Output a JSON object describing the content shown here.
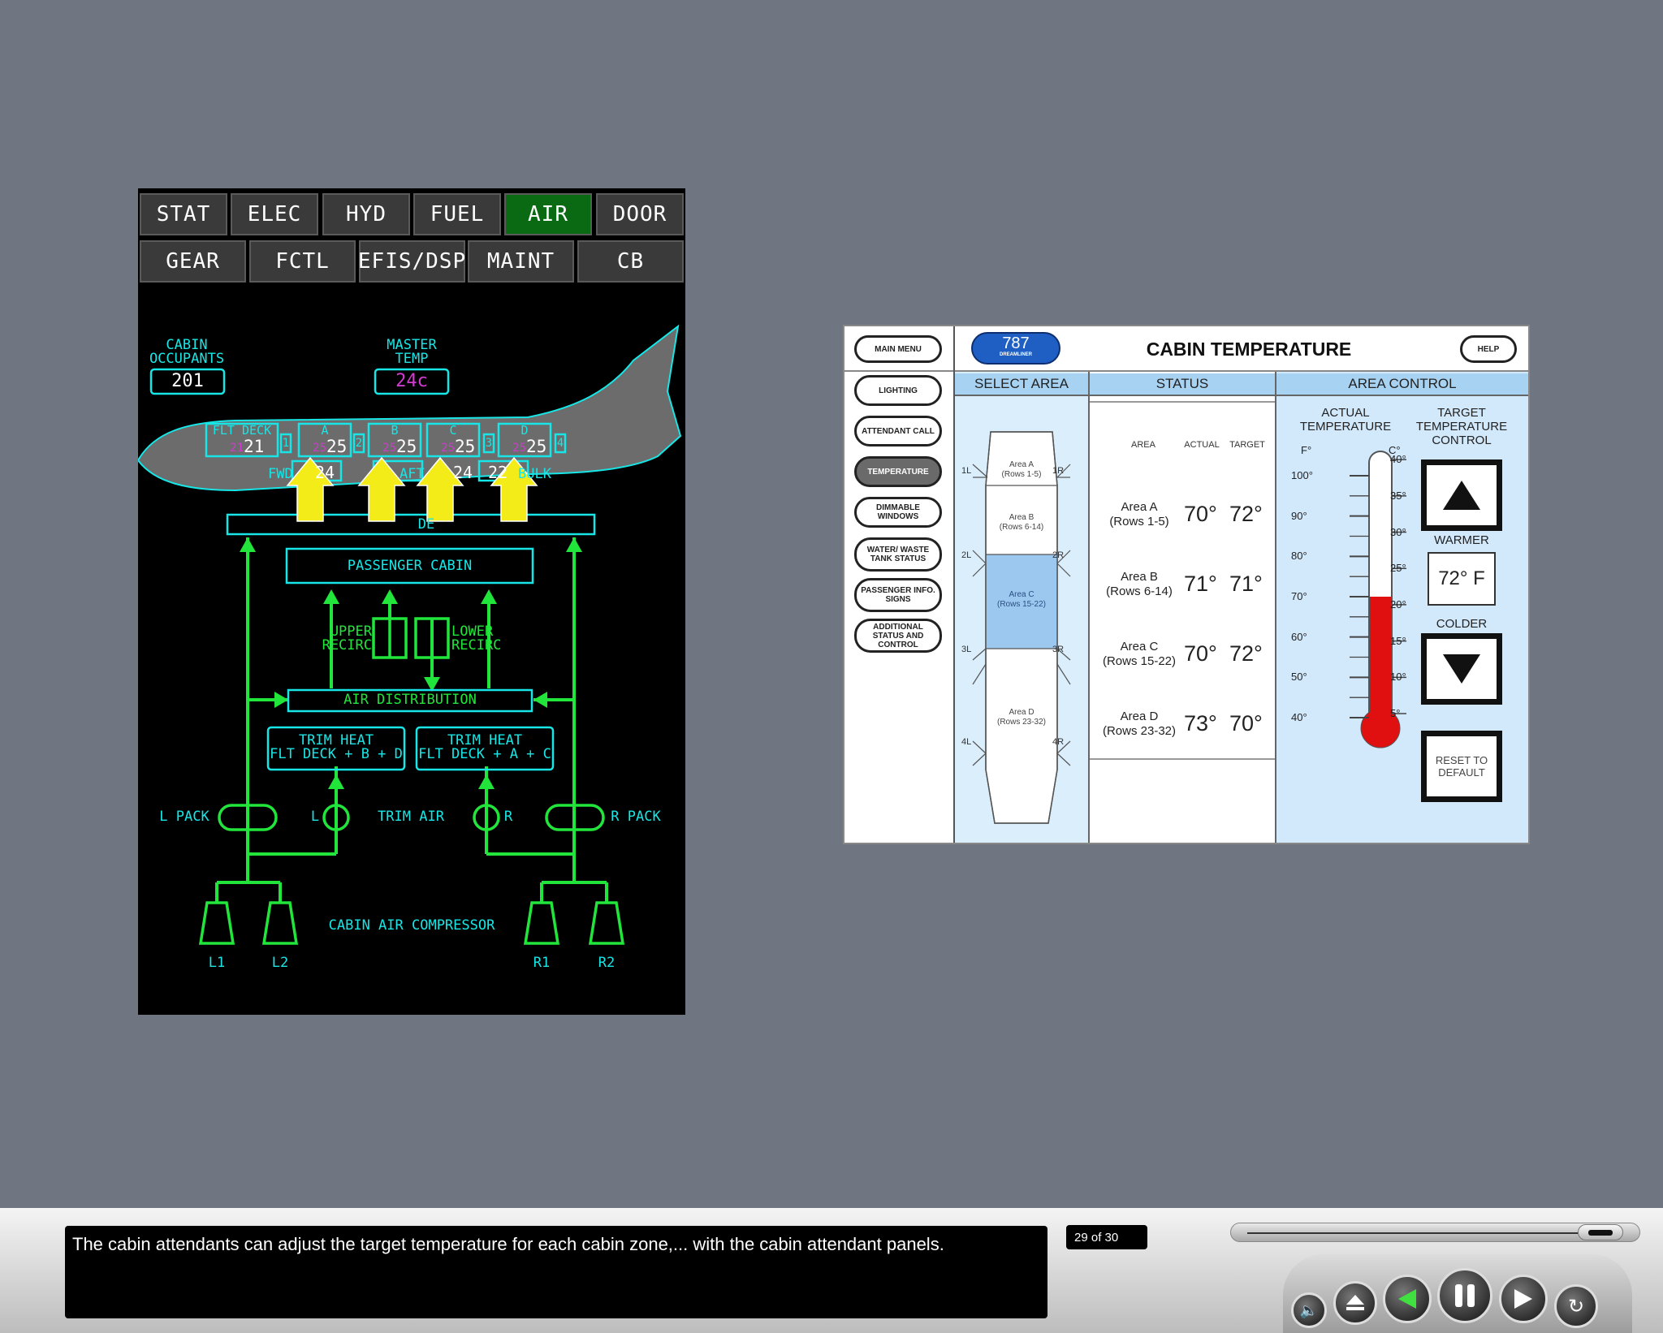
{
  "eicas": {
    "tabs_row1": [
      "STAT",
      "ELEC",
      "HYD",
      "FUEL",
      "AIR",
      "DOOR"
    ],
    "tabs_row2": [
      "GEAR",
      "FCTL",
      "EFIS/DSP",
      "MAINT",
      "CB"
    ],
    "active_tab": "AIR",
    "cabin_occupants_label": "CABIN\nOCCUPANTS",
    "cabin_occupants_value": "201",
    "master_temp_label": "MASTER\nTEMP",
    "master_temp_value": "24c",
    "zones": [
      {
        "label": "FLT DECK",
        "target": "21",
        "actual": "21"
      },
      {
        "label": "A",
        "target": "25",
        "actual": "25"
      },
      {
        "label": "B",
        "target": "25",
        "actual": "25"
      },
      {
        "label": "C",
        "target": "25",
        "actual": "25"
      },
      {
        "label": "D",
        "target": "25",
        "actual": "25"
      }
    ],
    "door_markers": [
      "1",
      "2",
      "3",
      "4"
    ],
    "fwd_label": "FWD",
    "fwd_value": "24",
    "aft_label": "AFT",
    "aft_value": "24",
    "bulk_label": "BULK",
    "bulk_value": "22",
    "duct_label": "DE",
    "passenger_cabin": "PASSENGER CABIN",
    "upper_recirc": "UPPER\nRECIRC",
    "lower_recirc": "LOWER\nRECIRC",
    "air_distribution": "AIR DISTRIBUTION",
    "trim_heat_left": "TRIM HEAT\nFLT DECK + B + D",
    "trim_heat_right": "TRIM HEAT\nFLT DECK + A + C",
    "l_pack": "L PACK",
    "r_pack": "R PACK",
    "trim_air": "TRIM AIR",
    "trim_l": "L",
    "trim_r": "R",
    "cabin_air_compressor": "CABIN AIR COMPRESSOR",
    "compressors": [
      "L1",
      "L2",
      "R1",
      "R2"
    ]
  },
  "cabin_panel": {
    "title": "CABIN TEMPERATURE",
    "logo_text": "787",
    "logo_sub": "DREAMLINER",
    "main_menu": "MAIN MENU",
    "help": "HELP",
    "menu": [
      "LIGHTING",
      "ATTENDANT CALL",
      "TEMPERATURE",
      "DIMMABLE WINDOWS",
      "WATER/ WASTE TANK STATUS",
      "PASSENGER INFO. SIGNS",
      "ADDITIONAL STATUS AND CONTROL"
    ],
    "selected_menu": "TEMPERATURE",
    "col_select_area": "SELECT AREA",
    "col_status": "STATUS",
    "col_area_control": "AREA CONTROL",
    "door_labels": [
      "1L",
      "1R",
      "2L",
      "2R",
      "3L",
      "3R",
      "4L",
      "4R"
    ],
    "cabin_areas": [
      {
        "name": "Area A",
        "rows": "(Rows 1-5)"
      },
      {
        "name": "Area B",
        "rows": "(Rows 6-14)"
      },
      {
        "name": "Area C",
        "rows": "(Rows 15-22)"
      },
      {
        "name": "Area D",
        "rows": "(Rows 23-32)"
      }
    ],
    "selected_area": "Area C",
    "status_headers": {
      "area": "AREA",
      "actual": "ACTUAL",
      "target": "TARGET"
    },
    "status_rows": [
      {
        "area": "Area A",
        "rows": "(Rows 1-5)",
        "actual": "70°",
        "target": "72°"
      },
      {
        "area": "Area B",
        "rows": "(Rows 6-14)",
        "actual": "71°",
        "target": "71°"
      },
      {
        "area": "Area C",
        "rows": "(Rows 15-22)",
        "actual": "70°",
        "target": "72°"
      },
      {
        "area": "Area D",
        "rows": "(Rows 23-32)",
        "actual": "73°",
        "target": "70°"
      }
    ],
    "actual_temp_label": "ACTUAL\nTEMPERATURE",
    "target_temp_label": "TARGET\nTEMPERATURE\nCONTROL",
    "unit_f": "F°",
    "unit_c": "C°",
    "f_ticks": [
      "100°",
      "90°",
      "80°",
      "70°",
      "60°",
      "50°",
      "40°"
    ],
    "c_ticks": [
      "40°",
      "35°",
      "30°",
      "25°",
      "20°",
      "15°",
      "10°",
      "5°"
    ],
    "thermometer_value_f": 70,
    "warmer": "WARMER",
    "colder": "COLDER",
    "target_value": "72° F",
    "reset": "RESET TO DEFAULT"
  },
  "player": {
    "caption": "The cabin attendants can adjust the target temperature for each cabin zone,... with the cabin attendant panels.",
    "page": "29 of 30",
    "progress": 0.96
  }
}
